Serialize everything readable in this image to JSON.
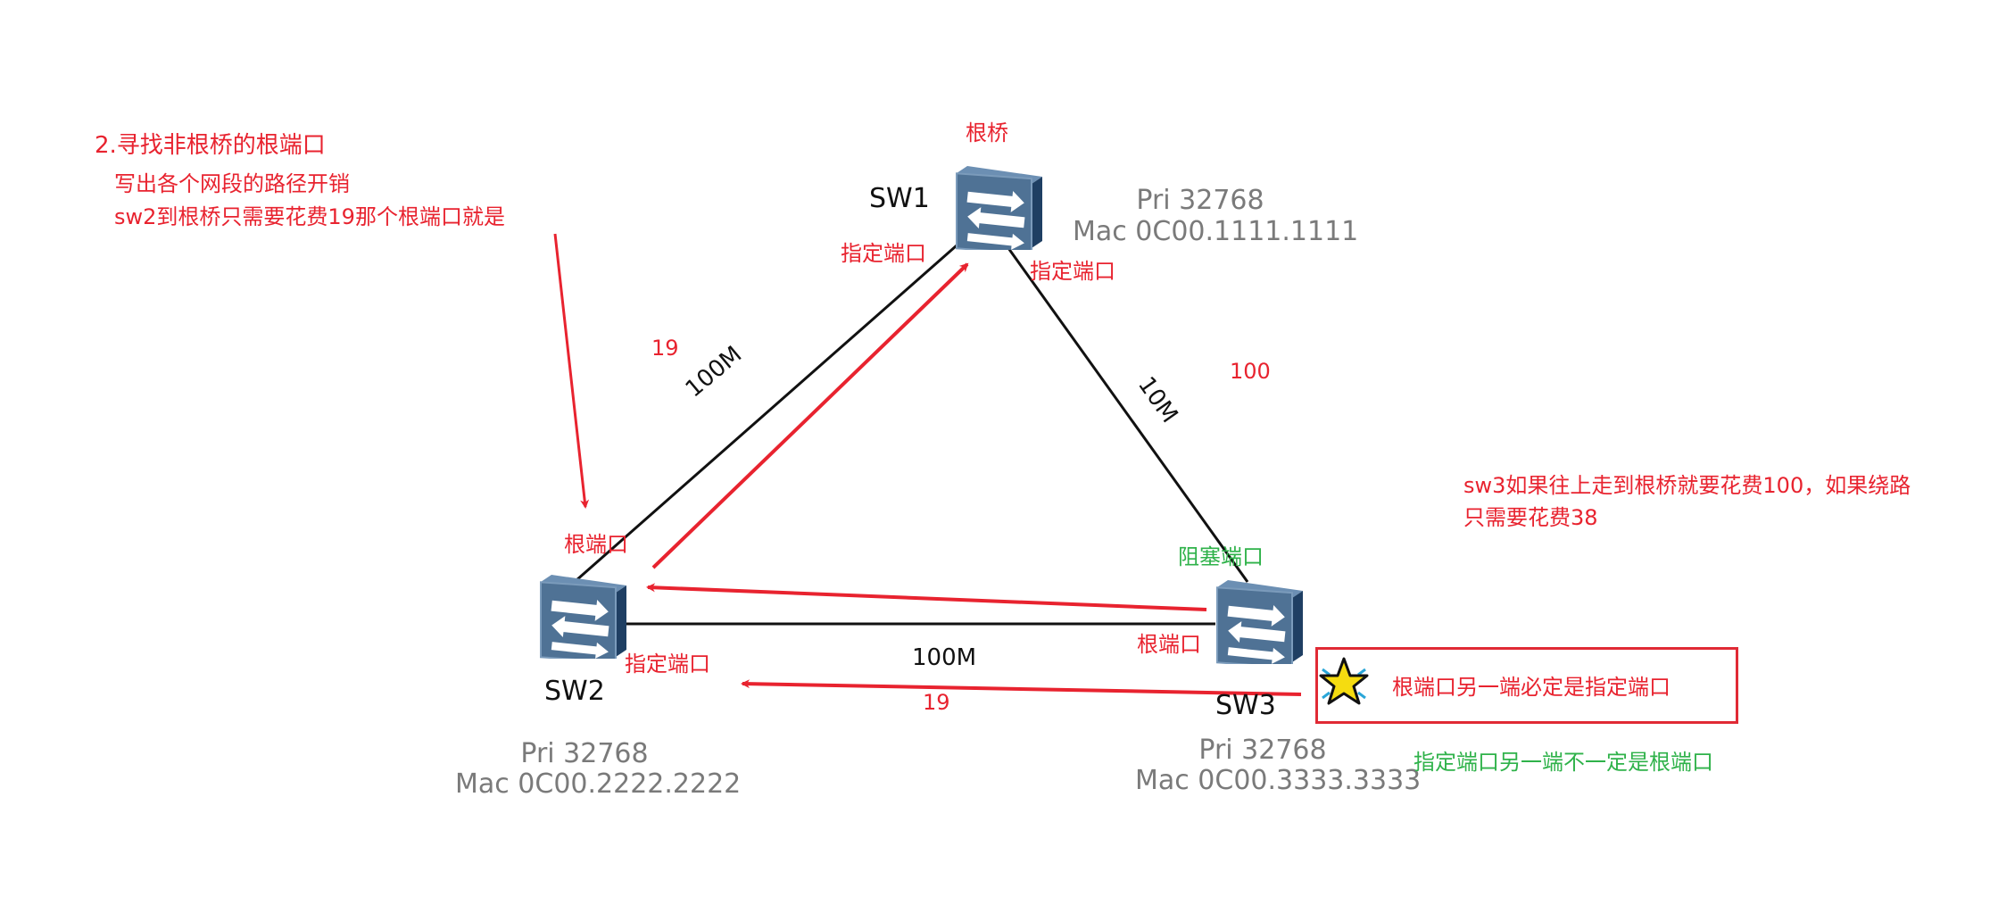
{
  "annotations": {
    "step_title": "2.寻找非根桥的根端口",
    "step_line1": "写出各个网段的路径开销",
    "step_line2": "sw2到根桥只需要花费19那个根端口就是",
    "sw3_note_line1": "sw3如果往上走到根桥就要花费100，如果绕路",
    "sw3_note_line2": "只需要花费38",
    "boxed_note": "根端口另一端必定是指定端口",
    "green_note": "指定端口另一端不一定是根端口"
  },
  "switches": [
    {
      "id": "SW1",
      "name": "SW1",
      "role_label": "根桥",
      "priority": "Pri 32768",
      "mac": "Mac 0C00.1111.1111"
    },
    {
      "id": "SW2",
      "name": "SW2",
      "priority": "Pri 32768",
      "mac": "Mac 0C00.2222.2222"
    },
    {
      "id": "SW3",
      "name": "SW3",
      "priority": "Pri 32768",
      "mac": "Mac 0C00.3333.3333"
    }
  ],
  "links": [
    {
      "from": "SW1",
      "to": "SW2",
      "bandwidth": "100M",
      "cost": "19"
    },
    {
      "from": "SW1",
      "to": "SW3",
      "bandwidth": "10M",
      "cost": "100"
    },
    {
      "from": "SW2",
      "to": "SW3",
      "bandwidth": "100M",
      "cost": "19"
    }
  ],
  "port_labels": {
    "sw1_left": "指定端口",
    "sw1_right": "指定端口",
    "sw2_top": "根端口",
    "sw2_right": "指定端口",
    "sw3_left": "根端口",
    "sw3_top": "阻塞端口"
  },
  "colors": {
    "annotation_red": "#e8232f",
    "annotation_green": "#2fb24a",
    "info_gray": "#7a7a7a",
    "switch_blue": "#4a6a8c"
  }
}
